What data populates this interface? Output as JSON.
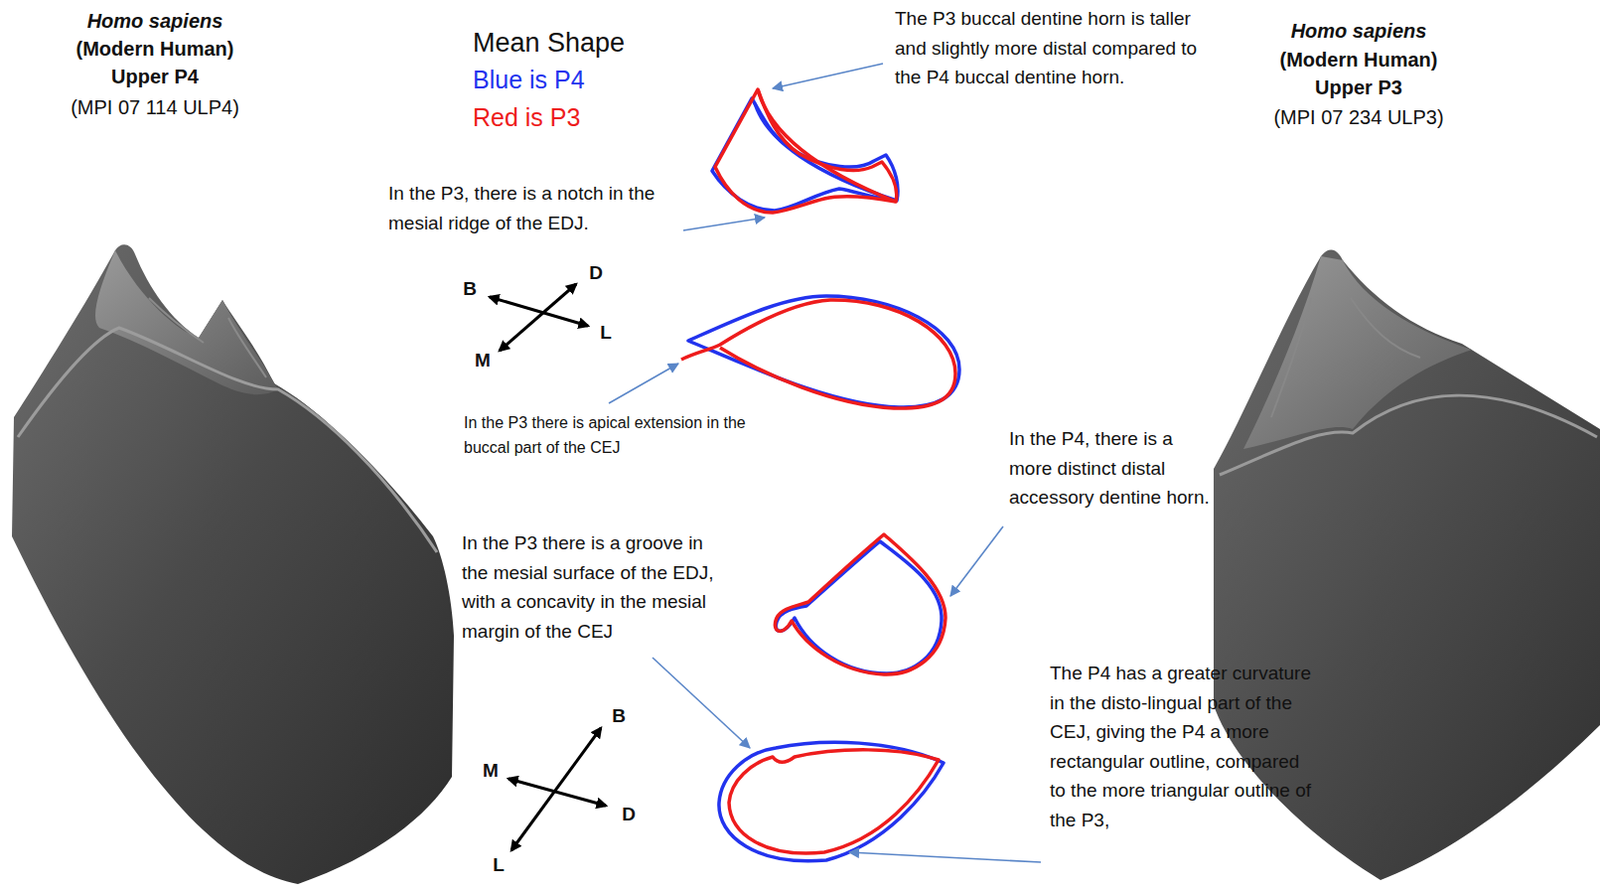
{
  "diagram": {
    "labels": [
      "Homo sapiens",
      "(Modern Human)",
      "Upper P4",
      "(MPI 07 114 ULP4)",
      "Homo sapiens",
      "(Modern Human)",
      "Upper P3",
      "(MPI 07 234 ULP3)",
      "Mean Shape",
      "The P3 buccal dentine horn is taller and slightly more distal compared to the P4 buccal dentine horn.",
      "In the P3, there is a notch in the mesial ridge of the EDJ.",
      "In the P3 there is apical extension in the buccal part of the CEJ",
      "In the P4, there is a more distinct distal accessory dentine horn.",
      "In the P3 there is a groove in the mesial surface of the EDJ, with a concavity in the mesial margin of the CEJ",
      "The P4 has a greater curvature in the disto-lingual part of the CEJ, giving the P4 a more rectangular outline, compared to the more triangular outline of the P3,",
      "B",
      "D",
      "L",
      "M",
      "B",
      "M",
      "D",
      "L"
    ],
    "legend": [
      {
        "text": "Blue is P4",
        "color": "#2233ee"
      },
      {
        "text": "Red is P3",
        "color": "#ee1c1c"
      }
    ]
  }
}
